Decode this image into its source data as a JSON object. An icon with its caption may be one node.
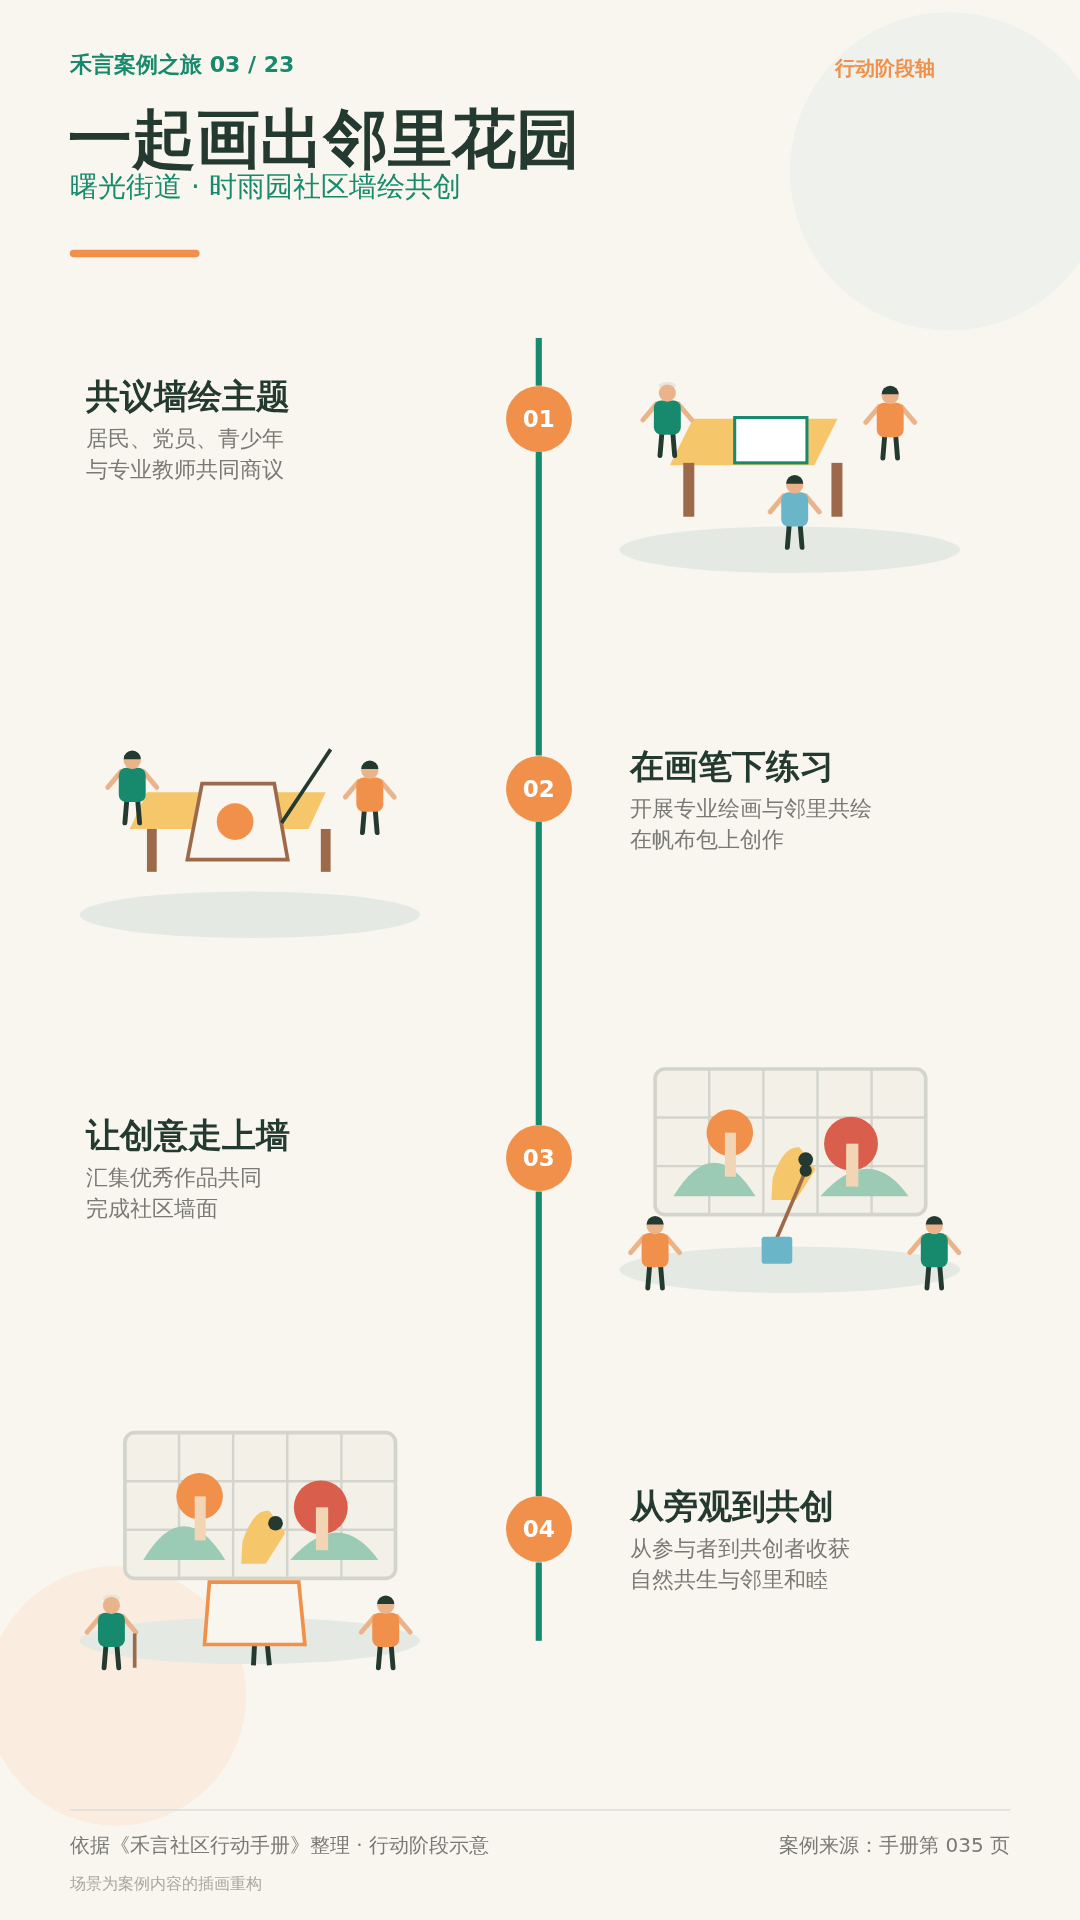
{
  "diagram": {
    "title": "一起画出邻里花园",
    "nodes": [
      {
        "text": [
          "01"
        ],
        "beside": [
          "共议墙绘主题",
          "居民、党员、青少年与专业教师共同商议"
        ]
      },
      {
        "text": [
          "02"
        ],
        "beside": [
          "在画笔下练习",
          "开展专业绘画与邻里共绘在帆布包上创作"
        ]
      },
      {
        "text": [
          "03"
        ],
        "beside": [
          "让创意走上墙",
          "汇集优秀作品共同完成社区墙面"
        ]
      },
      {
        "text": [
          "04"
        ],
        "beside": [
          "从旁观到共创",
          "从参与者到共创者收获自然共生与邻里和睦"
        ]
      }
    ],
    "edges": [
      {
        "from": null,
        "to": 0,
        "arrow": "none"
      },
      {
        "from": 0,
        "to": 1,
        "arrow": "none"
      },
      {
        "from": 1,
        "to": 2,
        "arrow": "none"
      },
      {
        "from": 2,
        "to": 3,
        "arrow": "none"
      },
      {
        "from": 3,
        "to": null,
        "arrow": "none"
      }
    ],
    "labels": [
      "禾言案例之旅 03 / 23",
      "行动阶段轴",
      "曙光街道 · 时雨园社区墙绘共创",
      "依据《禾言社区行动手册》整理 · 行动阶段示意",
      "案例来源：手册第 035 页",
      "场景为案例内容的插画重构"
    ]
  }
}
